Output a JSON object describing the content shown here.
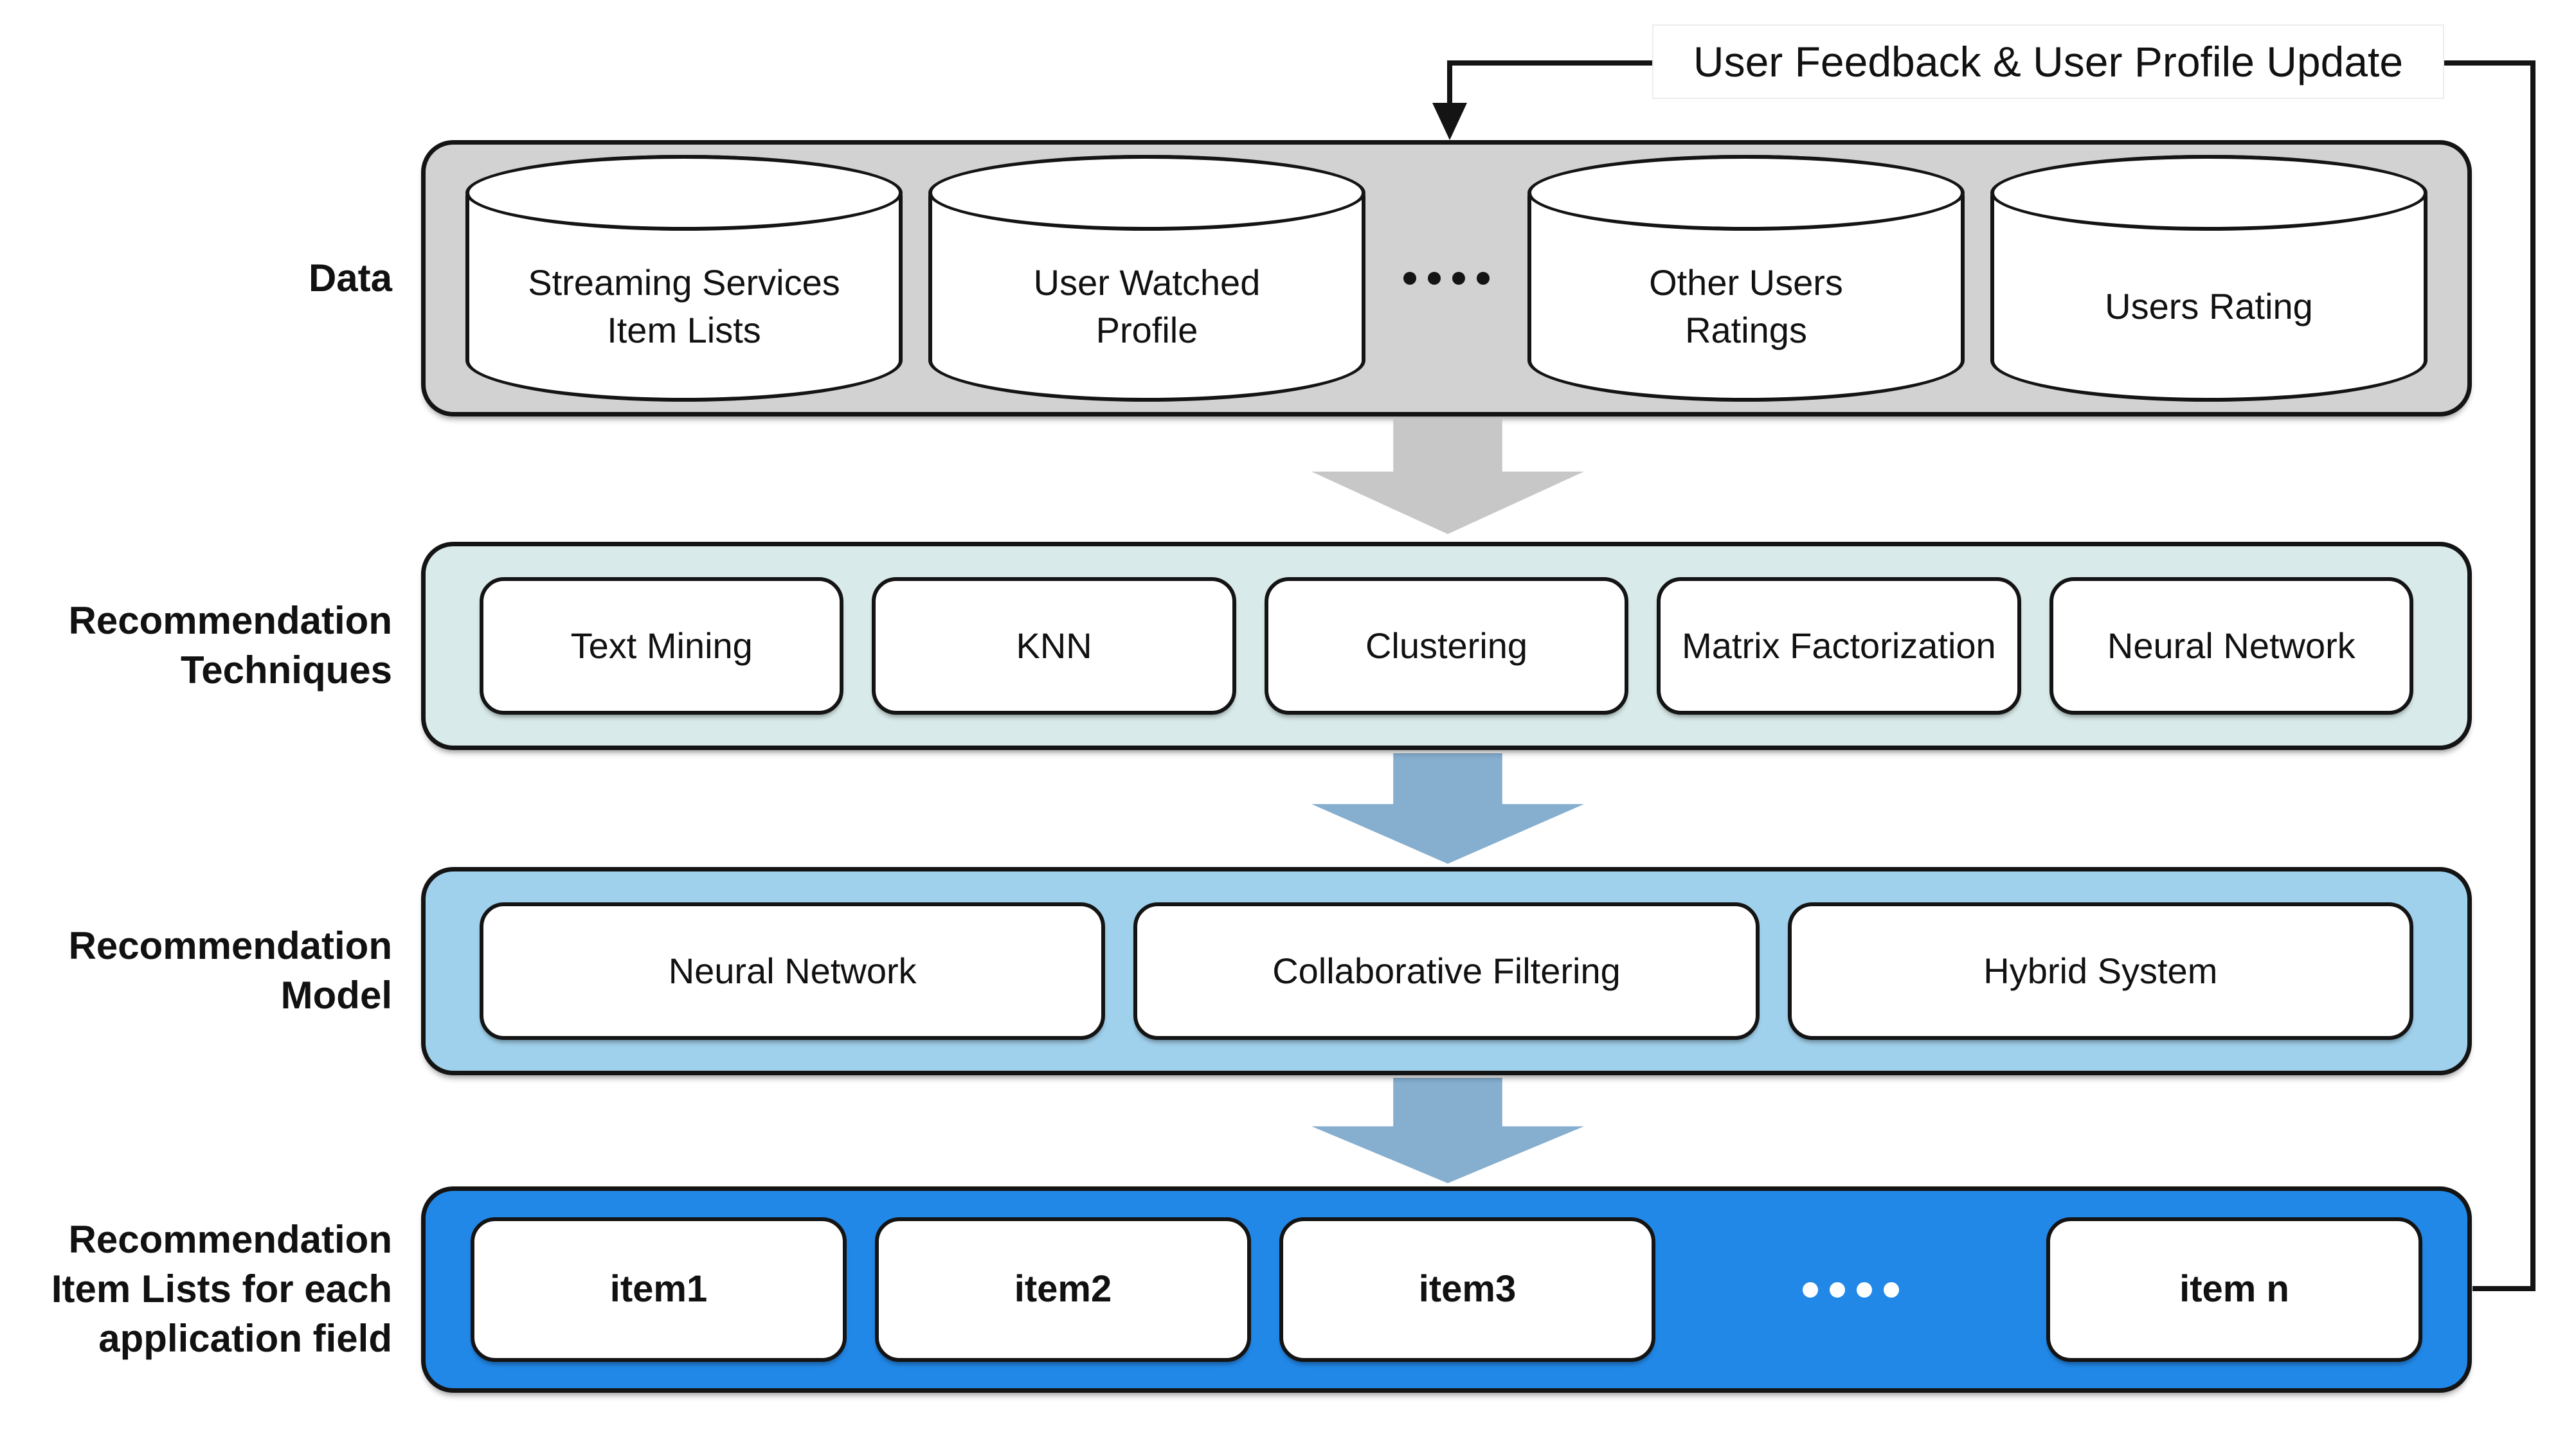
{
  "title": "Streaming service recommendation system architecture diagram",
  "feedback_loop": {
    "label": "User Feedback & User Profile Update"
  },
  "rows": {
    "data": {
      "label": "Data",
      "cylinders": [
        {
          "line1": "Streaming Services",
          "line2": "Item Lists"
        },
        {
          "line1": "User Watched",
          "line2": "Profile"
        },
        {
          "line1": "Other Users",
          "line2": "Ratings"
        },
        {
          "line1": "Users Rating",
          "line2": ""
        }
      ]
    },
    "techniques": {
      "label": [
        "Recommendation",
        "Techniques"
      ],
      "boxes": [
        "Text Mining",
        "KNN",
        "Clustering",
        "Matrix Factorization",
        "Neural Network"
      ]
    },
    "model": {
      "label": [
        "Recommendation",
        "Model"
      ],
      "boxes": [
        "Neural Network",
        "Collaborative Filtering",
        "Hybrid System"
      ]
    },
    "items": {
      "label": [
        "Recommendation",
        "Item Lists for each",
        "application field"
      ],
      "boxes": [
        "item1",
        "item2",
        "item3",
        "item n"
      ]
    }
  },
  "icons": {
    "data_ellipsis": "ellipsis-dots",
    "items_ellipsis": "ellipsis-dots",
    "flow_arrows": "fat-down-arrow",
    "feedback_arrow": "down-arrowhead"
  },
  "colors": {
    "data_fill": "#d2d2d2",
    "techniques_fill": "#d9eaea",
    "model_fill": "#a0d1ec",
    "items_fill": "#2288e8",
    "gray_arrow": "#c7c7c7",
    "blue_arrow": "#85aecf",
    "line": "#141414"
  }
}
